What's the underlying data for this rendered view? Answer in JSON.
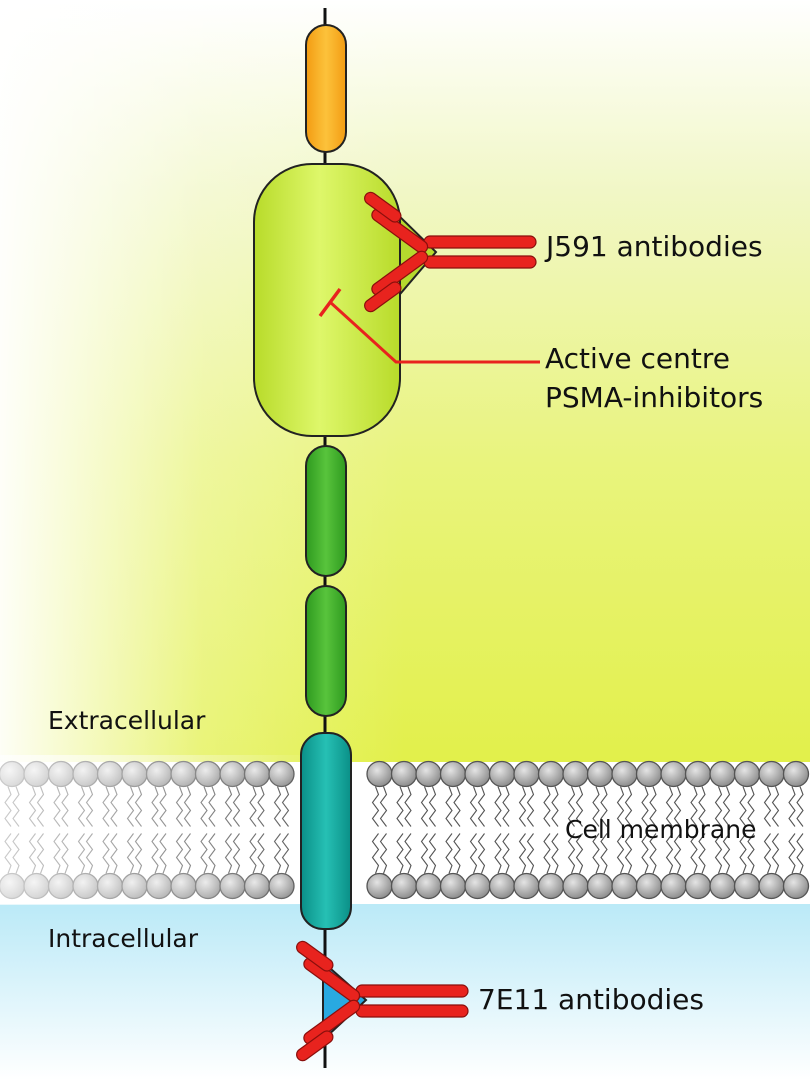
{
  "labels": {
    "j591": "J591 antibodies",
    "active_centre": "Active centre",
    "psma_inhibitors": "PSMA-inhibitors",
    "extracellular": "Extracellular",
    "cell_membrane": "Cell membrane",
    "intracellular": "Intracellular",
    "e11": "7E11 antibodies"
  },
  "colors": {
    "extracellular_tint": "#e6f25a",
    "intracellular_tint": "#c8eef8",
    "orange_domain": "#f5a623",
    "apical_domain": "#c6e43a",
    "green_domain": "#3fae2a",
    "transmembrane_domain": "#13a59c",
    "antibody": "#e8231e",
    "epitope_extra": "#b5d92e",
    "epitope_intra": "#29a9e1",
    "lipid_head": "#a9a9a9"
  },
  "icons": {
    "j591_antibody": "y-antibody-icon",
    "e11_antibody": "y-antibody-icon"
  }
}
